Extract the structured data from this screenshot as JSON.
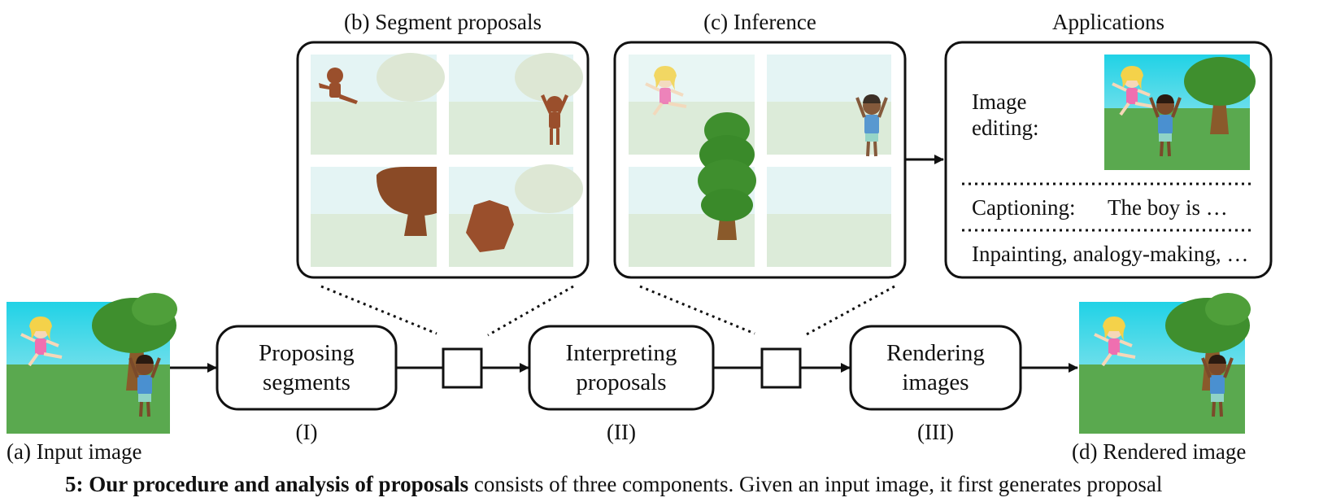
{
  "labels": {
    "b_title": "(b) Segment proposals",
    "c_title": "(c) Inference",
    "apps_title": "Applications",
    "a_caption": "(a) Input image",
    "d_caption": "(d) Rendered image",
    "step1_num": "(I)",
    "step2_num": "(II)",
    "step3_num": "(III)"
  },
  "steps": {
    "s1_line1": "Proposing",
    "s1_line2": "segments",
    "s2_line1": "Interpreting",
    "s2_line2": "proposals",
    "s3_line1": "Rendering",
    "s3_line2": "images"
  },
  "applications": {
    "editing_line1": "Image",
    "editing_line2": "editing:",
    "captioning_label": "Captioning:",
    "captioning_text": "The boy is …",
    "inpainting": "Inpainting, analogy-making, …"
  },
  "figure_caption": {
    "bold_part": "5: Our procedure and analysis of proposals",
    "rest": " consists of three components. Given an input image, it first generates proposal"
  },
  "colors": {
    "sky": "#2fd3e0",
    "grass": "#5aa94f",
    "tree": "#3f8f2e",
    "trunk": "#8a5a2b",
    "proposal_brown": "#9a4f2c"
  }
}
